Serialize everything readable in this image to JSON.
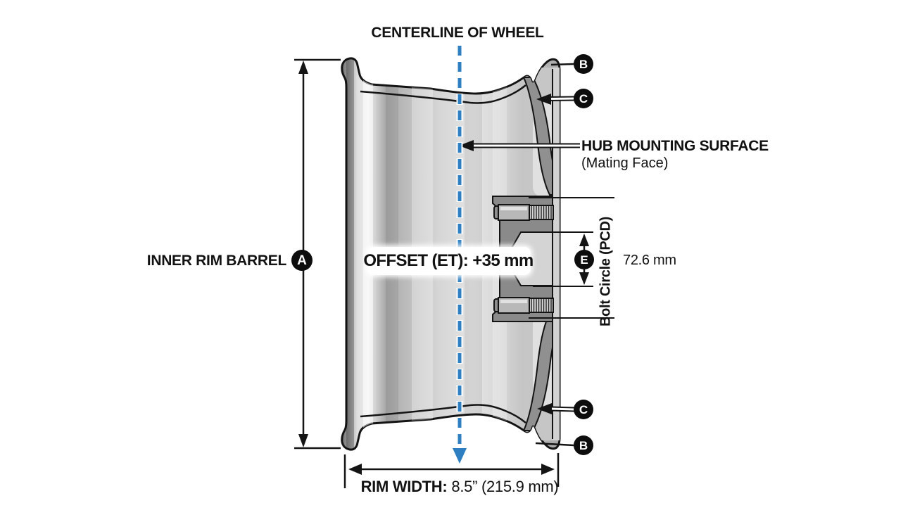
{
  "diagram": {
    "type": "wheel-cross-section-dimension-diagram",
    "centerline_label": "CENTERLINE OF WHEEL",
    "inner_rim_barrel": {
      "label": "INNER RIM BARREL",
      "marker": "A"
    },
    "offset_callout": "OFFSET (ET): +35 mm",
    "hub_mounting_surface": {
      "label": "HUB MOUNTING SURFACE",
      "sublabel": "(Mating Face)"
    },
    "flange_markers": {
      "b_top": "B",
      "c_top": "C",
      "c_bottom": "C",
      "b_bottom": "B"
    },
    "bolt_circle": {
      "label": "Bolt Circle (PCD)",
      "marker": "E",
      "value": "72.6 mm"
    },
    "rim_width": {
      "label": "RIM WIDTH:",
      "value": "8.5” (215.9 mm)"
    },
    "colors": {
      "centerline_blue": "#2e7fc2",
      "marker_background": "#0d0d0d",
      "marker_letter": "#ffffff",
      "line_black": "#141414"
    }
  }
}
